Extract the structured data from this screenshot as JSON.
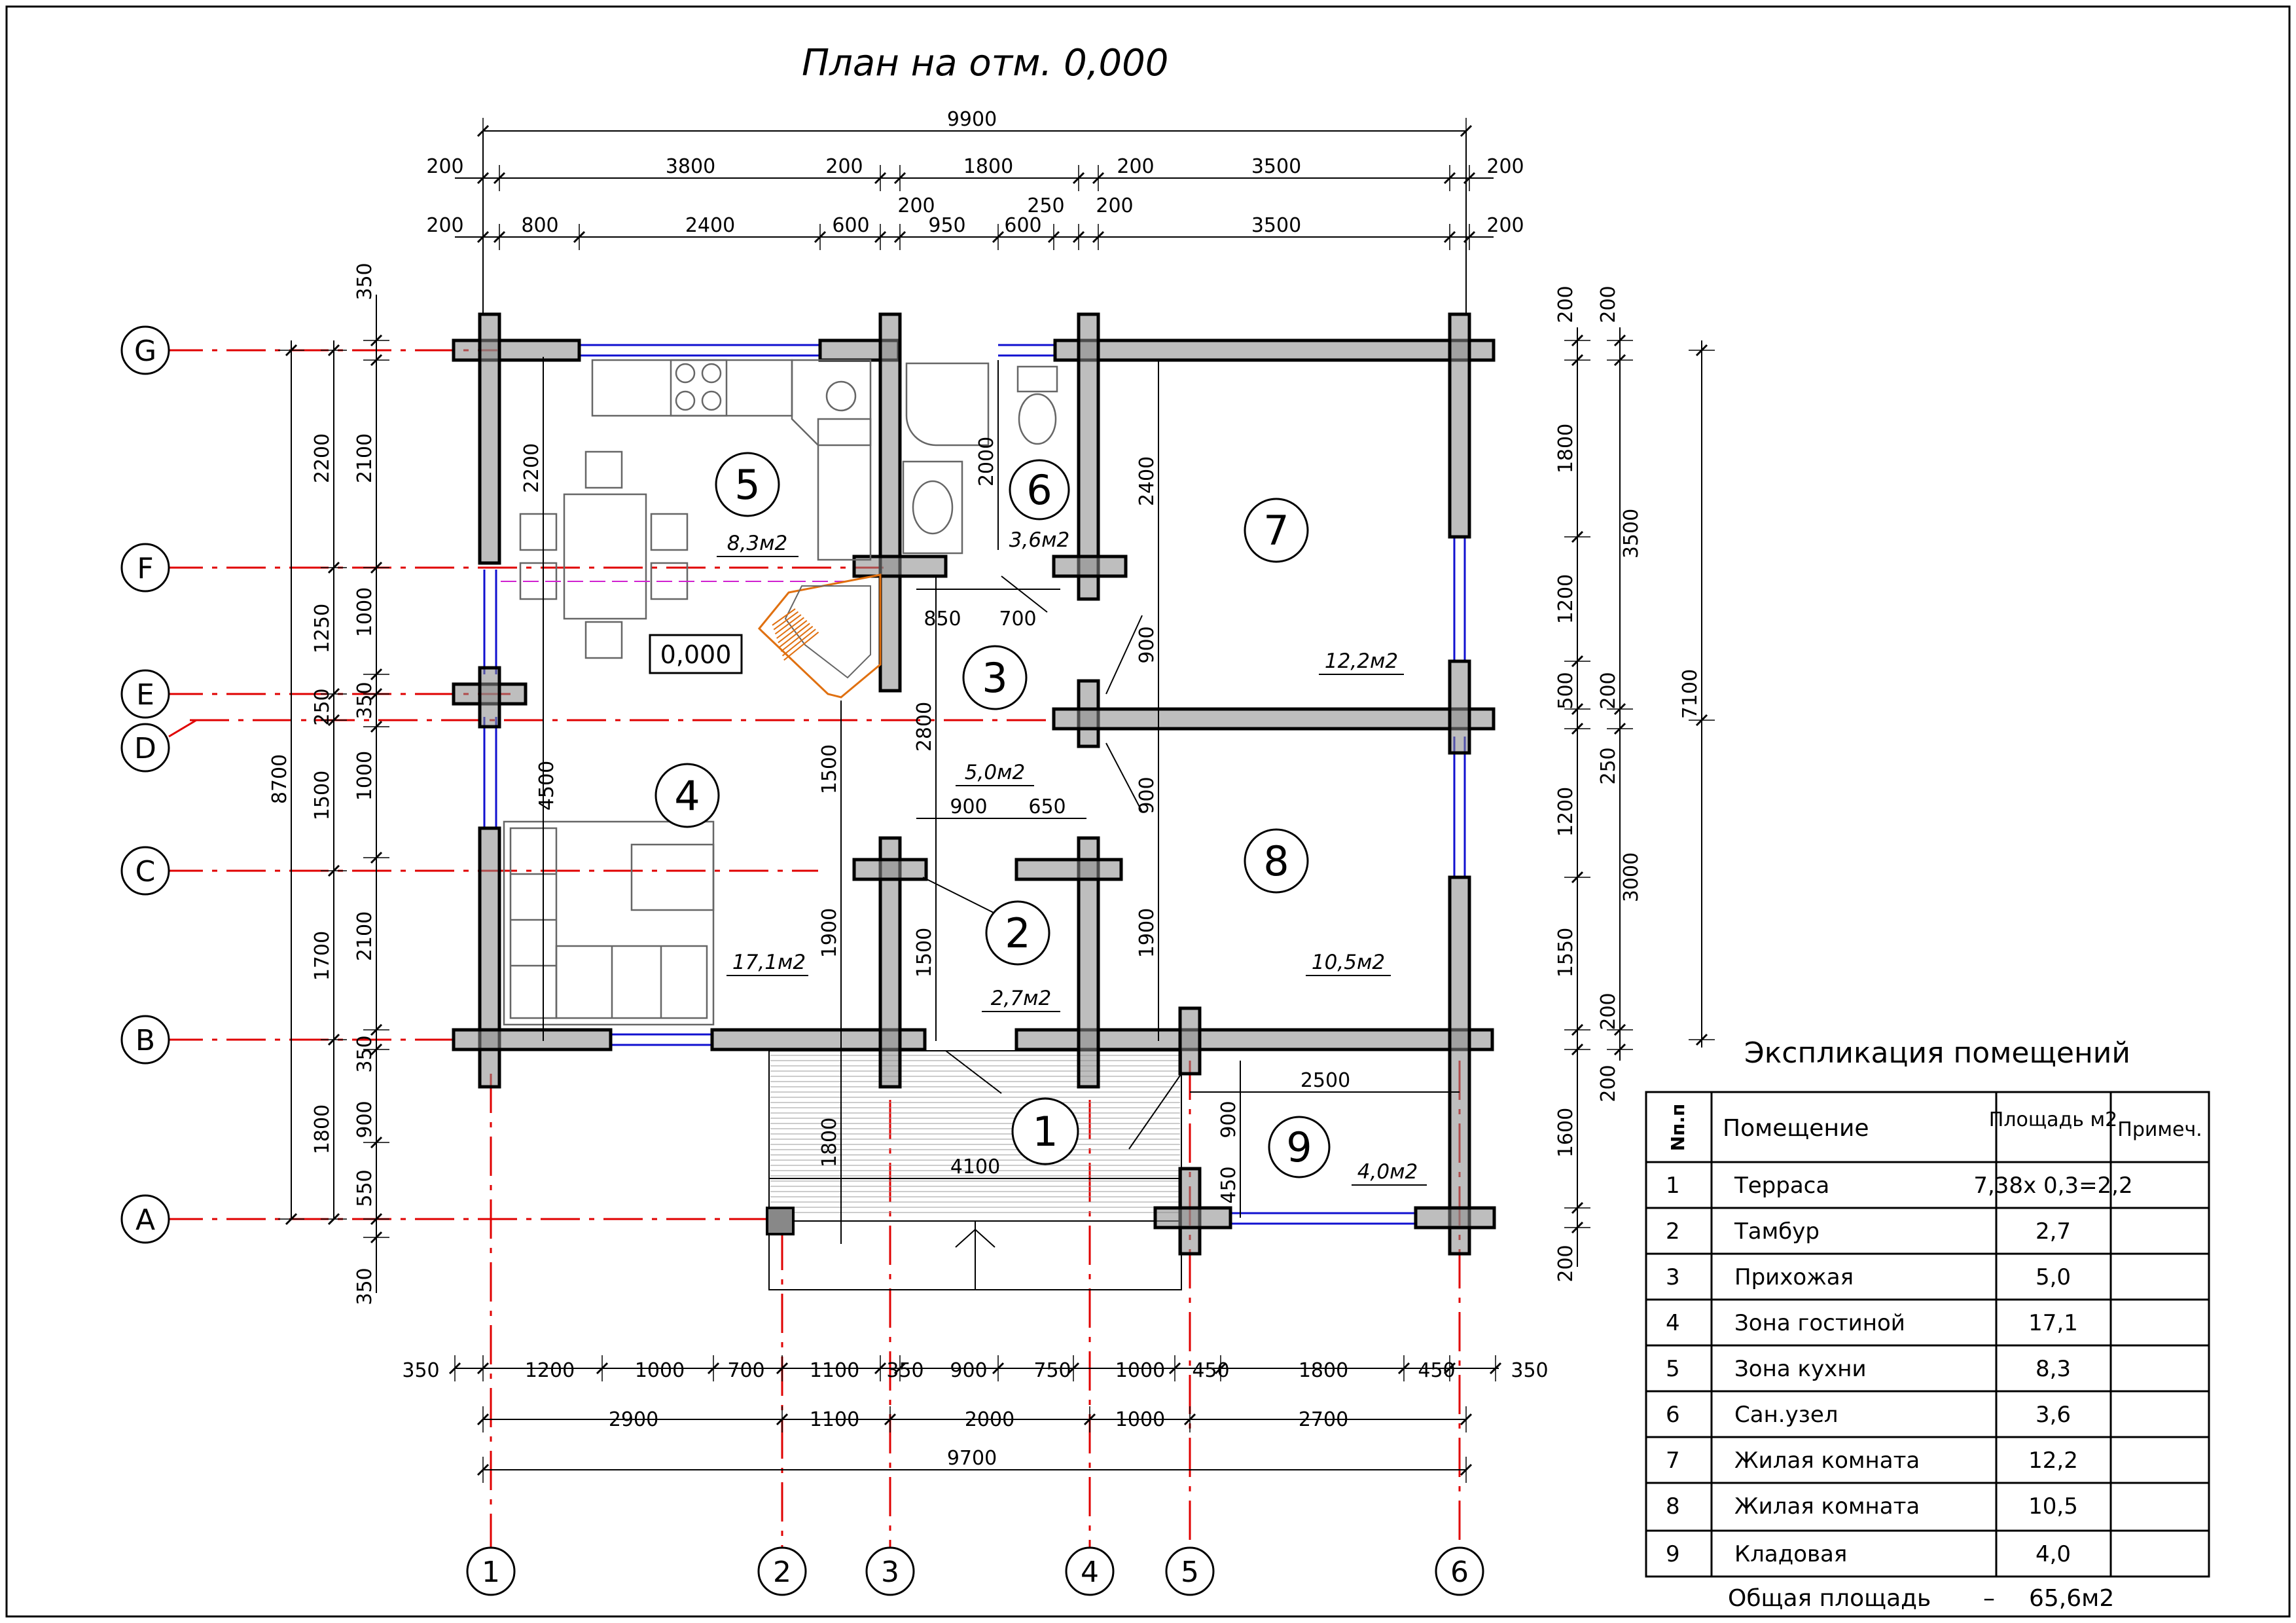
{
  "title": "План на отм. 0,000",
  "level_mark": "0,000",
  "axes": {
    "letters": [
      "G",
      "F",
      "E",
      "D",
      "C",
      "B",
      "A"
    ],
    "numbers": [
      "1",
      "2",
      "3",
      "4",
      "5",
      "6"
    ]
  },
  "rooms": [
    {
      "num": "1",
      "area": ""
    },
    {
      "num": "2",
      "area": "2,7м2"
    },
    {
      "num": "3",
      "area": "5,0м2"
    },
    {
      "num": "4",
      "area": "17,1м2"
    },
    {
      "num": "5",
      "area": "8,3м2"
    },
    {
      "num": "6",
      "area": "3,6м2"
    },
    {
      "num": "7",
      "area": "12,2м2"
    },
    {
      "num": "8",
      "area": "10,5м2"
    },
    {
      "num": "9",
      "area": "4,0м2"
    }
  ],
  "dims_top": {
    "overall": "9900",
    "row1": [
      "200",
      "3800",
      "200",
      "1800",
      "200",
      "3500",
      "200"
    ],
    "row2": [
      "200",
      "800",
      "2400",
      "600",
      "200",
      "950",
      "600",
      "250",
      "200",
      "3500",
      "200"
    ]
  },
  "dims_bottom": {
    "row1": [
      "350",
      "1200",
      "1000",
      "700",
      "1100",
      "350",
      "900",
      "750",
      "1000",
      "450",
      "1800",
      "450",
      "350"
    ],
    "row2": [
      "2900",
      "1100",
      "2000",
      "1000",
      "2700"
    ],
    "overall": "9700"
  },
  "dims_left": {
    "overall": "8700",
    "col2": [
      "2200",
      "1250",
      "250",
      "1500",
      "1700",
      "1800"
    ],
    "col3": [
      "350",
      "2100",
      "1000",
      "350",
      "1000",
      "2100",
      "350",
      "900",
      "550",
      "350"
    ]
  },
  "dims_right": {
    "col1": [
      "200",
      "1800",
      "1200",
      "500",
      "1200",
      "1550",
      "1600",
      "200"
    ],
    "col2": [
      "200",
      "200",
      "250",
      "200",
      "200"
    ],
    "col3": [
      "3500",
      "3000"
    ],
    "overall": "7100"
  },
  "dims_interior": [
    "2200",
    "4500",
    "1500",
    "1900",
    "2000",
    "850",
    "700",
    "2400",
    "900",
    "2800",
    "900",
    "650",
    "1500",
    "900",
    "1900",
    "1800",
    "4100",
    "2500",
    "900",
    "450"
  ],
  "explication": {
    "title": "Экспликация помещений",
    "headers": [
      "Nп.п",
      "Помещение",
      "Площадь м2",
      "Примеч."
    ],
    "rows": [
      [
        "1",
        "Терраса",
        "7,38х 0,3=2,2",
        ""
      ],
      [
        "2",
        "Тамбур",
        "2,7",
        ""
      ],
      [
        "3",
        "Прихожая",
        "5,0",
        ""
      ],
      [
        "4",
        "Зона гостиной",
        "17,1",
        ""
      ],
      [
        "5",
        "Зона кухни",
        "8,3",
        ""
      ],
      [
        "6",
        "Сан.узел",
        "3,6",
        ""
      ],
      [
        "7",
        "Жилая комната",
        "12,2",
        ""
      ],
      [
        "8",
        "Жилая комната",
        "10,5",
        ""
      ],
      [
        "9",
        "Кладовая",
        "4,0",
        ""
      ]
    ],
    "total_label": "Общая площадь",
    "total_dash": "–",
    "total_value": "65,6м2"
  },
  "colors": {
    "axis": "#e00000",
    "window": "#1010d0",
    "stair": "#e07010",
    "wall": "#888888"
  }
}
